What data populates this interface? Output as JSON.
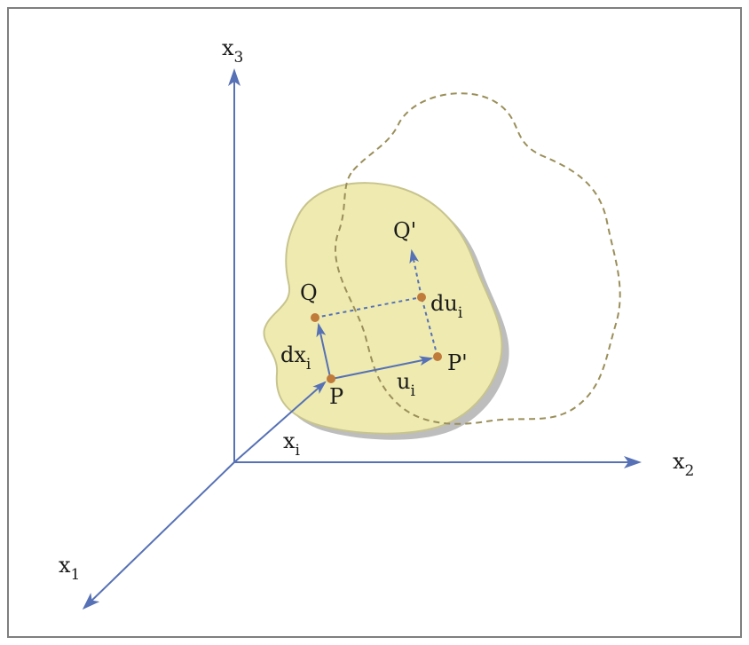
{
  "diagram": {
    "axes": {
      "x1": {
        "base": "x",
        "index": "1"
      },
      "x2": {
        "base": "x",
        "index": "2"
      },
      "x3": {
        "base": "x",
        "index": "3"
      }
    },
    "points": {
      "P": "P",
      "P_prime": "P'",
      "Q": "Q",
      "Q_prime": "Q'"
    },
    "vectors": {
      "position": {
        "base": "x",
        "index": "i"
      },
      "displacement": {
        "base": "u",
        "index": "i"
      },
      "element": {
        "base": "dx",
        "index": "i"
      },
      "displacement_diff": {
        "base": "du",
        "index": "i"
      }
    },
    "colors": {
      "arrow": "#5671b5",
      "body_fill": "#eeeab0",
      "body_stroke": "#c8c48e",
      "body_shadow": "#bdbdbd",
      "deformed_outline": "#9a8f5a",
      "point": "#c07a3a",
      "frame": "#7f7f7f"
    }
  }
}
